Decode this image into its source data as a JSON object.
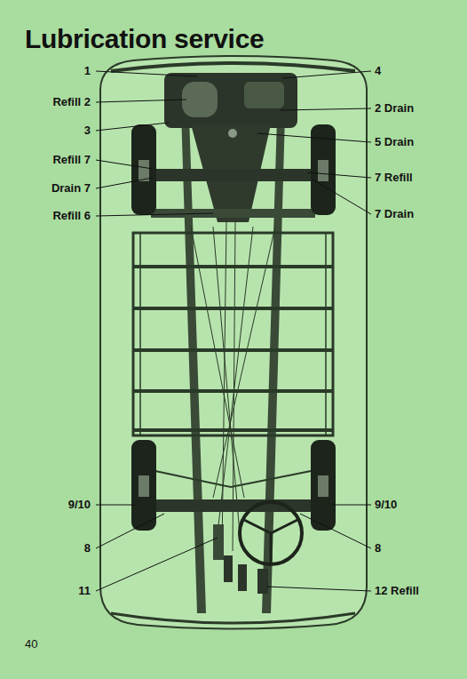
{
  "diagram": {
    "title": "Lubrication service",
    "labels": [
      "1",
      "4",
      "Refill 2",
      "2 Drain",
      "3",
      "5 Drain",
      "Refill 7",
      "7 Refill",
      "Drain 7",
      "Refill 6",
      "7 Drain",
      "9/10",
      "9/10",
      "8",
      "8",
      "11",
      "12 Refill",
      "40"
    ]
  }
}
